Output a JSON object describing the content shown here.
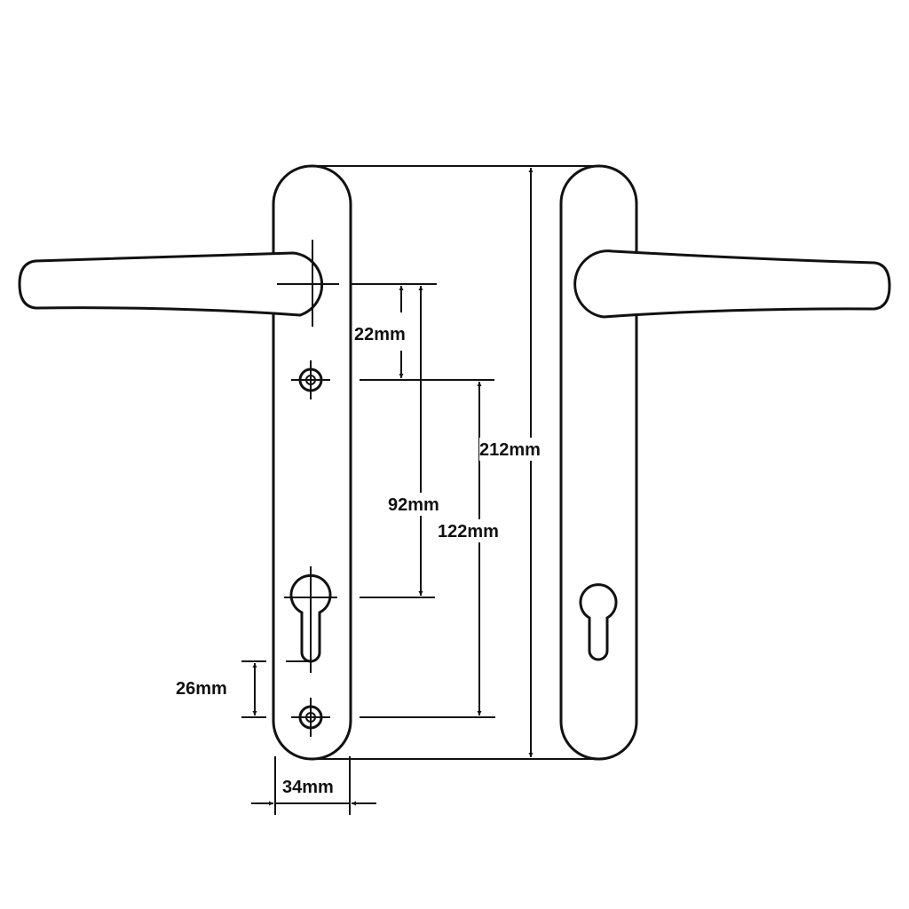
{
  "dimensions": {
    "handle_to_screw": "22mm",
    "handle_to_cylinder": "92mm",
    "screw_centres": "122mm",
    "plate_height": "212mm",
    "cylinder_to_screw": "26mm",
    "plate_width": "34mm"
  },
  "colors": {
    "line": "#111111",
    "background": "#ffffff"
  }
}
